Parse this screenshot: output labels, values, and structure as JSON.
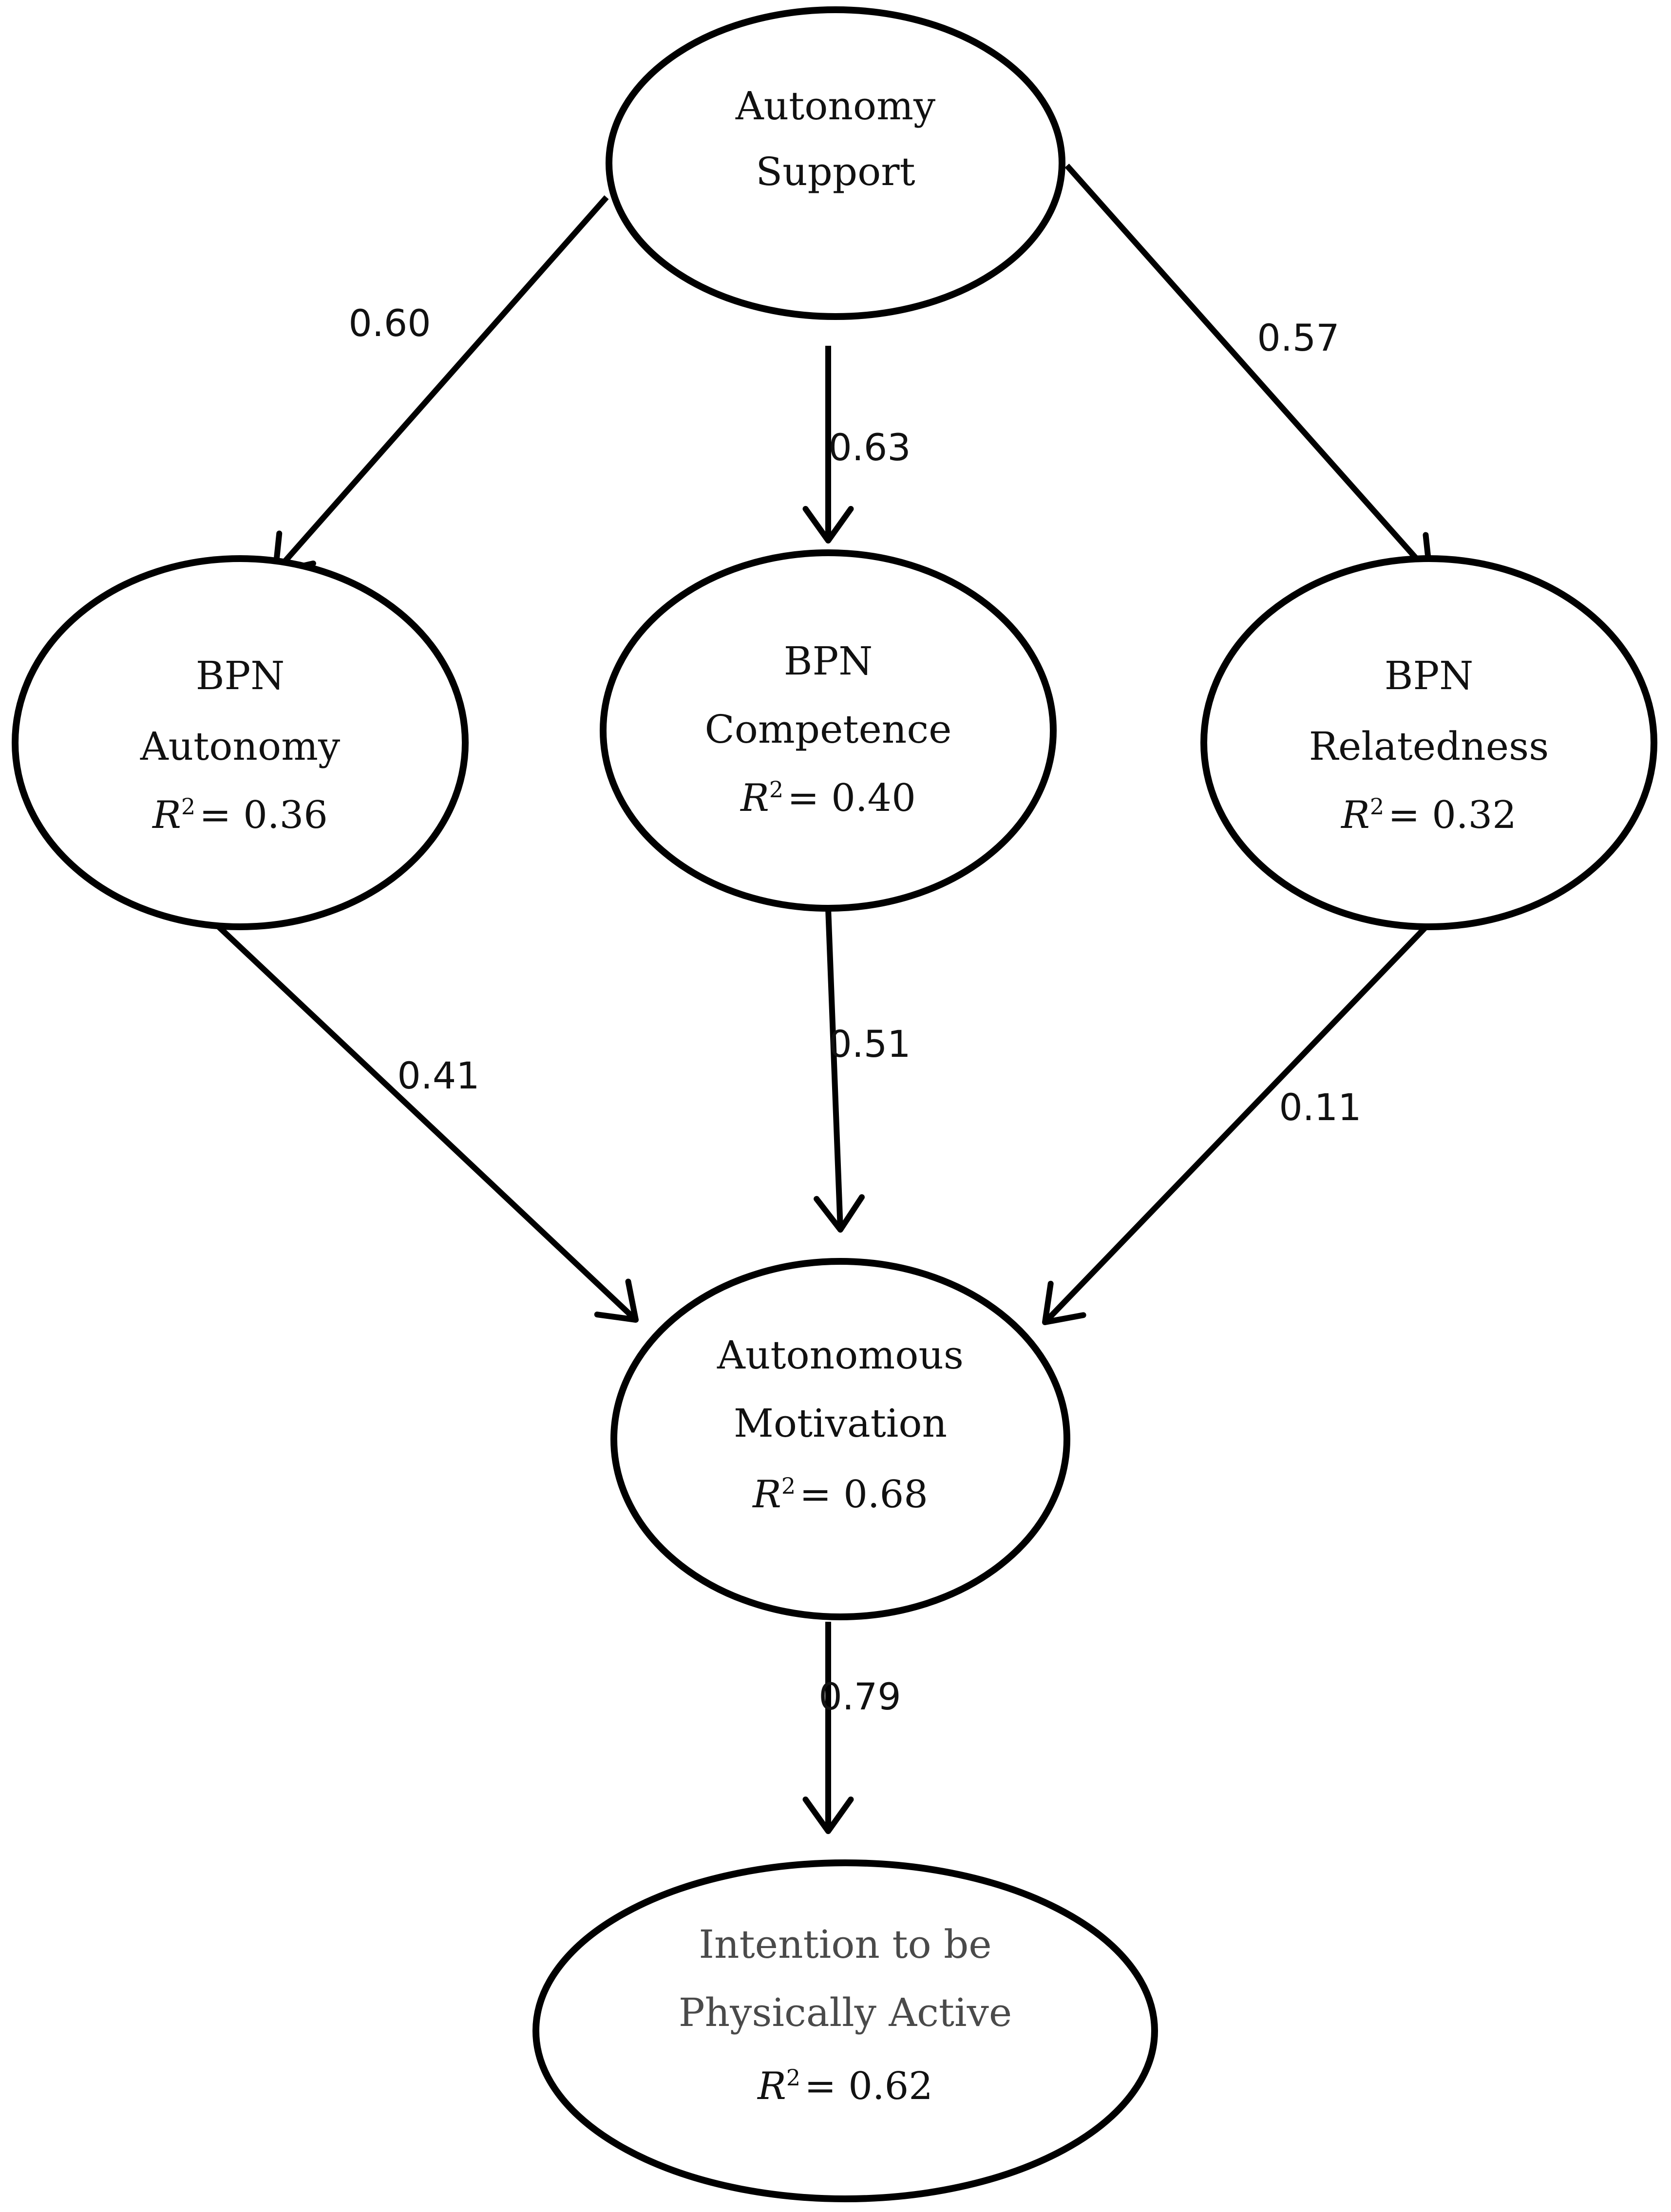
{
  "diagram": {
    "nodes": [
      {
        "id": "autonomy-support",
        "lines": [
          "Autonomy",
          "Support"
        ],
        "r2": null
      },
      {
        "id": "bpn-autonomy",
        "lines": [
          "BPN",
          "Autonomy"
        ],
        "r2": "0.36"
      },
      {
        "id": "bpn-competence",
        "lines": [
          "BPN",
          "Competence"
        ],
        "r2": "0.40"
      },
      {
        "id": "bpn-relatedness",
        "lines": [
          "BPN",
          "Relatedness"
        ],
        "r2": "0.32"
      },
      {
        "id": "autonomous-motivation",
        "lines": [
          "Autonomous",
          "Motivation"
        ],
        "r2": "0.68"
      },
      {
        "id": "intention",
        "lines": [
          "Intention to be",
          "Physically Active"
        ],
        "r2": "0.62"
      }
    ],
    "r2_symbol": "R",
    "r2_superscript": "2",
    "r2_equals": "= ",
    "edges": [
      {
        "from": "autonomy-support",
        "to": "bpn-autonomy",
        "coefficient": "0.60"
      },
      {
        "from": "autonomy-support",
        "to": "bpn-competence",
        "coefficient": "0.63"
      },
      {
        "from": "autonomy-support",
        "to": "bpn-relatedness",
        "coefficient": "0.57"
      },
      {
        "from": "bpn-autonomy",
        "to": "autonomous-motivation",
        "coefficient": "0.41"
      },
      {
        "from": "bpn-competence",
        "to": "autonomous-motivation",
        "coefficient": "0.51"
      },
      {
        "from": "bpn-relatedness",
        "to": "autonomous-motivation",
        "coefficient": "0.11"
      },
      {
        "from": "autonomous-motivation",
        "to": "intention",
        "coefficient": "0.79"
      }
    ]
  }
}
